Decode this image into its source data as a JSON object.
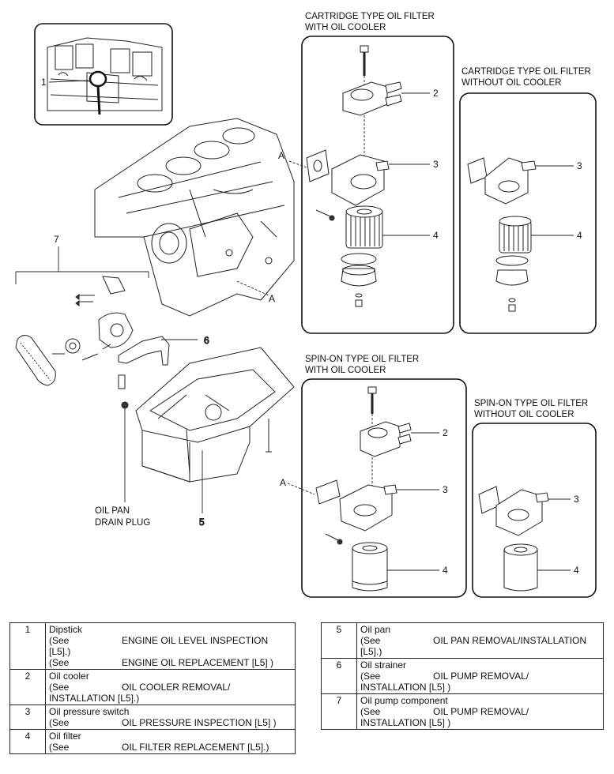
{
  "headings": {
    "cart_with": [
      "CARTRIDGE TYPE OIL FILTER",
      "WITH OIL COOLER"
    ],
    "cart_without": [
      "CARTRIDGE TYPE OIL FILTER",
      "WITHOUT OIL COOLER"
    ],
    "spin_with": [
      "SPIN-ON TYPE OIL FILTER",
      "WITH OIL COOLER"
    ],
    "spin_without": [
      "SPIN-ON TYPE OIL FILTER",
      "WITHOUT OIL COOLER"
    ]
  },
  "callouts": {
    "n1": "1",
    "n2": "2",
    "n3": "3",
    "n4": "4",
    "n5": "5",
    "n6": "6",
    "n7": "7",
    "a": "A"
  },
  "drain_plug": [
    "OIL PAN",
    "DRAIN PLUG"
  ],
  "legend_left": [
    {
      "no": "1",
      "name": "Dipstick",
      "lines": [
        {
          "see": "(See",
          "ref": "ENGINE OIL LEVEL INSPECTION"
        },
        {
          "see": "[L5].)",
          "ref": ""
        },
        {
          "see": "(See",
          "ref": "ENGINE OIL REPLACEMENT [L5] )"
        }
      ]
    },
    {
      "no": "2",
      "name": "Oil cooler",
      "lines": [
        {
          "see": "(See",
          "ref": "OIL COOLER REMOVAL/"
        },
        {
          "see": "INSTALLATION [L5].)",
          "ref": ""
        }
      ]
    },
    {
      "no": "3",
      "name": "Oil pressure switch",
      "lines": [
        {
          "see": "(See",
          "ref": "OIL PRESSURE INSPECTION [L5] )"
        }
      ]
    },
    {
      "no": "4",
      "name": "Oil filter",
      "lines": [
        {
          "see": "(See",
          "ref": "OIL FILTER REPLACEMENT [L5].)"
        }
      ]
    }
  ],
  "legend_right": [
    {
      "no": "5",
      "name": "Oil pan",
      "lines": [
        {
          "see": "(See",
          "ref": "OIL PAN REMOVAL/INSTALLATION"
        },
        {
          "see": "[L5].)",
          "ref": ""
        }
      ]
    },
    {
      "no": "6",
      "name": "Oil strainer",
      "lines": [
        {
          "see": "(See",
          "ref": "OIL PUMP REMOVAL/"
        },
        {
          "see": "INSTALLATION [L5] )",
          "ref": ""
        }
      ]
    },
    {
      "no": "7",
      "name": "Oil pump component",
      "lines": [
        {
          "see": "(See",
          "ref": "OIL PUMP REMOVAL/"
        },
        {
          "see": "INSTALLATION [L5] )",
          "ref": ""
        }
      ]
    }
  ]
}
